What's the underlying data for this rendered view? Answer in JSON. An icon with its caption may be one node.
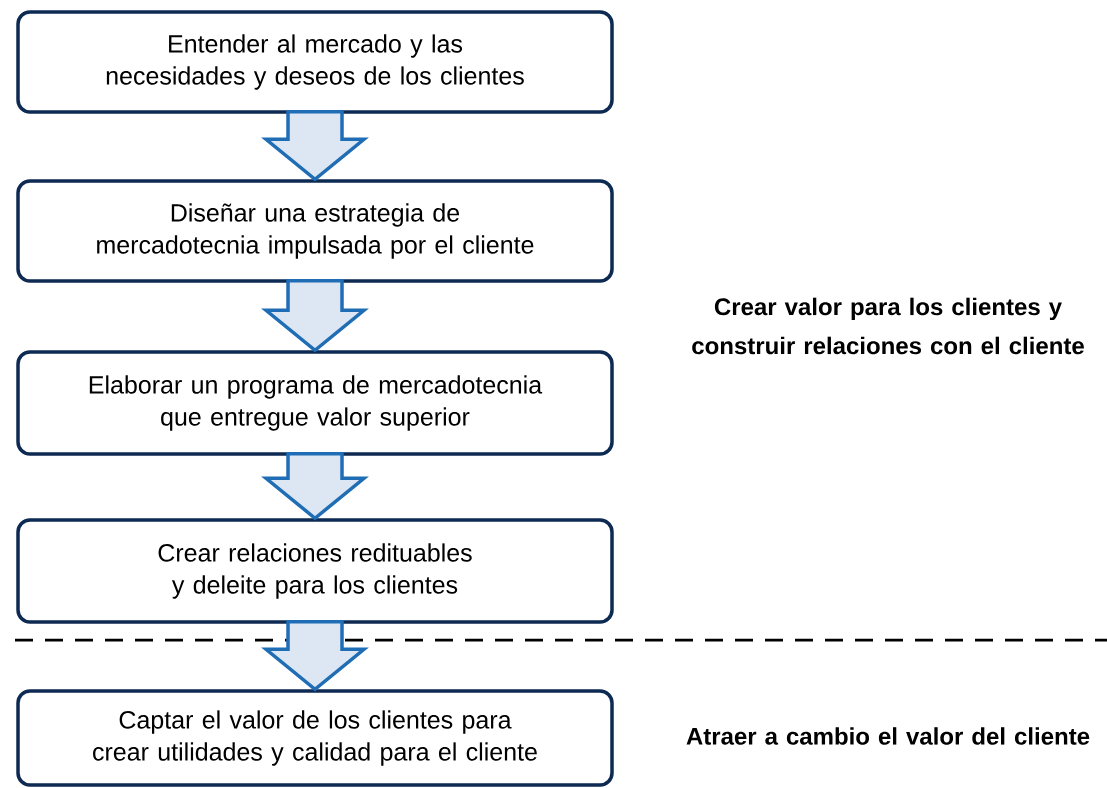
{
  "diagram": {
    "nodes": [
      {
        "text": [
          "Entender al mercado y las necesidades y deseos de los clientes"
        ]
      },
      {
        "text": [
          "Diseñar una estrategia de mercadotecnia impulsada por el cliente"
        ]
      },
      {
        "text": [
          "Elaborar un programa de mercadotecnia que entregue valor superior"
        ]
      },
      {
        "text": [
          "Crear relaciones redituables y deleite para los clientes"
        ]
      },
      {
        "text": [
          "Captar el valor de los clientes para crear utilidades y calidad para el cliente"
        ]
      }
    ],
    "edges": [
      {
        "from": 0,
        "to": 1,
        "arrow": "to"
      },
      {
        "from": 1,
        "to": 2,
        "arrow": "to"
      },
      {
        "from": 2,
        "to": 3,
        "arrow": "to"
      },
      {
        "from": 3,
        "to": 4,
        "arrow": "to"
      }
    ],
    "labels": [
      "Crear valor para los clientes y construir relaciones con el cliente",
      "Atraer a cambio el valor del cliente"
    ]
  }
}
